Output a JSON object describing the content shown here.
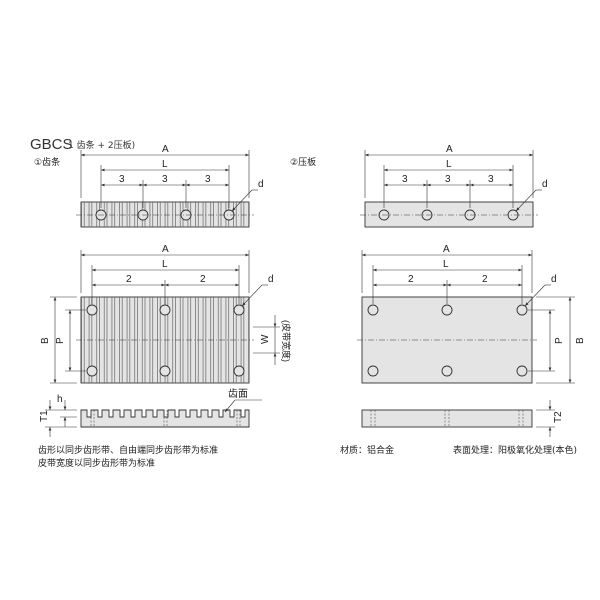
{
  "header": {
    "title": "GBCS",
    "subtitle": "1  齿条 + 2压板)",
    "label_rack": "①齿条",
    "label_clamp": "②压板"
  },
  "dimensions": {
    "A": "A",
    "L": "L",
    "d": "d",
    "B": "B",
    "P": "P",
    "W": "W",
    "T1": "T1",
    "T2": "T2",
    "h": "h",
    "pitch_3": "3",
    "pitch_2": "2",
    "belt_width": "(皮带宽度)",
    "tooth_face": "齿面"
  },
  "notes": {
    "line1": "齿形以同步齿形带、自由端同步齿形带为标准",
    "line2": "皮带宽度以同步齿形带为标准",
    "material": "材质：铝合金",
    "surface": "表面处理：阳极氧化处理(本色)"
  },
  "colors": {
    "part_fill": "#e4e4e4",
    "line": "#333333",
    "text": "#222222"
  }
}
